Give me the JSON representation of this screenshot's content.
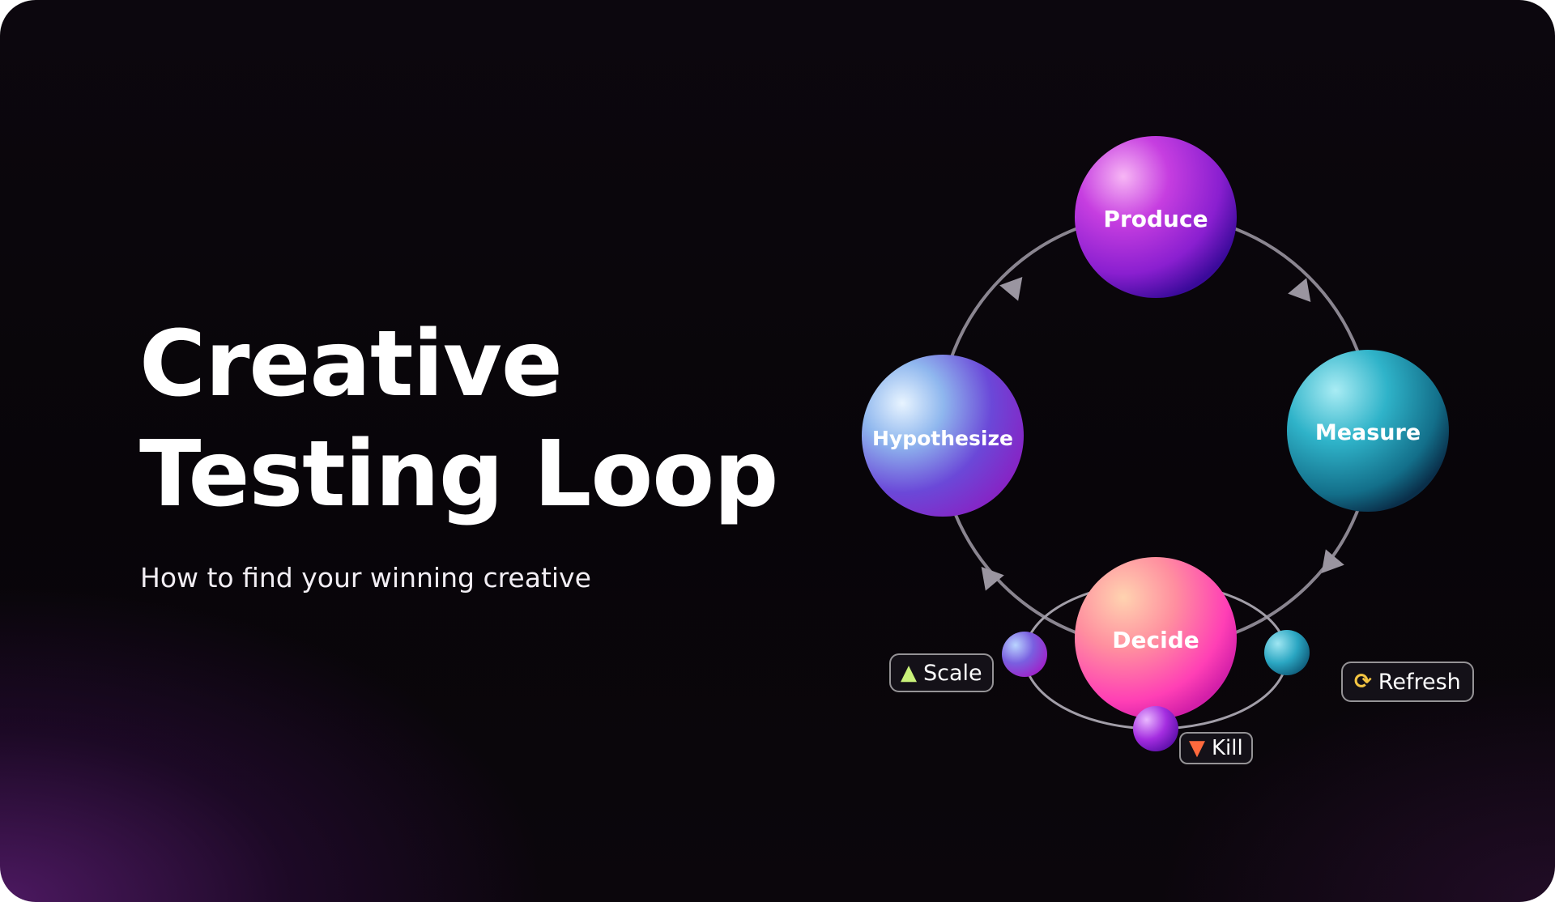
{
  "title": {
    "line1": "Creative",
    "line2": "Testing Loop"
  },
  "subtitle": "How to find your winning creative",
  "nodes": {
    "produce": "Produce",
    "measure": "Measure",
    "decide": "Decide",
    "hypothesize": "Hypothesize"
  },
  "outcomes": {
    "scale": {
      "label": "Scale",
      "icon": "up-arrow-icon"
    },
    "kill": {
      "label": "Kill",
      "icon": "down-arrow-icon"
    },
    "refresh": {
      "label": "Refresh",
      "icon": "refresh-icon"
    }
  },
  "colors": {
    "background": "#0a060c",
    "produce": "#a625d6",
    "measure": "#1f8fa8",
    "decide": "#ff5fa8",
    "hypothesize": "#6a4fd8",
    "scale_icon": "#c9f27a",
    "kill_icon": "#ff6a3d",
    "refresh_icon": "#f4c542"
  }
}
